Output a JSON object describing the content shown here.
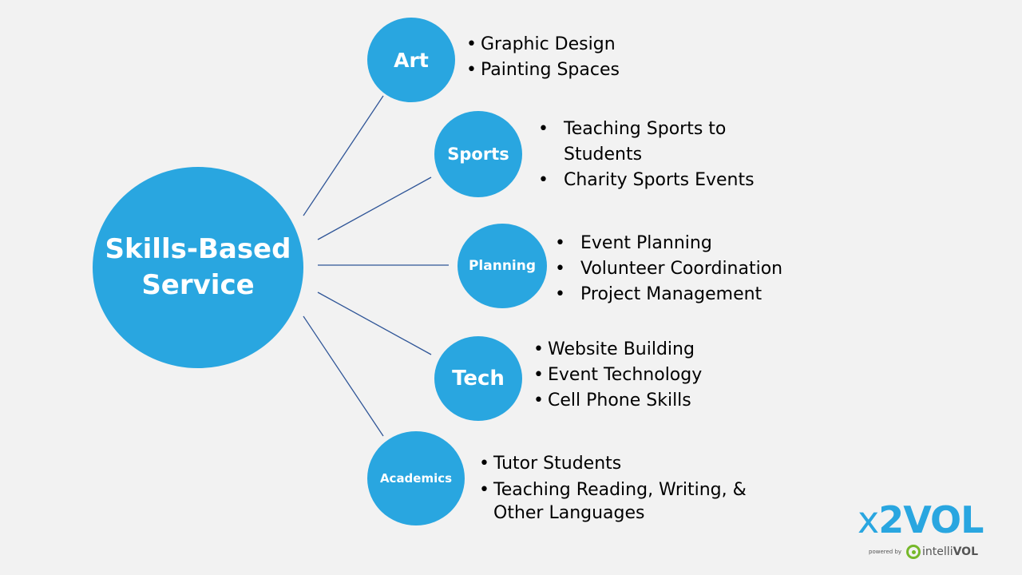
{
  "center": {
    "line1": "Skills-Based",
    "line2": "Service"
  },
  "branches": [
    {
      "label": "Art",
      "items": [
        "Graphic Design",
        "Painting Spaces"
      ]
    },
    {
      "label": "Sports",
      "items": [
        "Teaching Sports to Students",
        "Charity Sports Events"
      ]
    },
    {
      "label": "Planning",
      "items": [
        "Event Planning",
        "Volunteer Coordination",
        "Project Management"
      ]
    },
    {
      "label": "Tech",
      "items": [
        "Website Building",
        "Event Technology",
        "Cell Phone Skills"
      ]
    },
    {
      "label": "Academics",
      "items": [
        "Tutor Students",
        "Teaching Reading, Writing, & Other Languages"
      ]
    }
  ],
  "logo": {
    "prefix": "x",
    "main": "2VOL",
    "powered_by": "powered by",
    "brand_light": "intelli",
    "brand_bold": "VOL"
  },
  "colors": {
    "node": "#29a6e0",
    "connector": "#2f5597",
    "background": "#f2f2f2",
    "logo_green": "#76b82a"
  }
}
